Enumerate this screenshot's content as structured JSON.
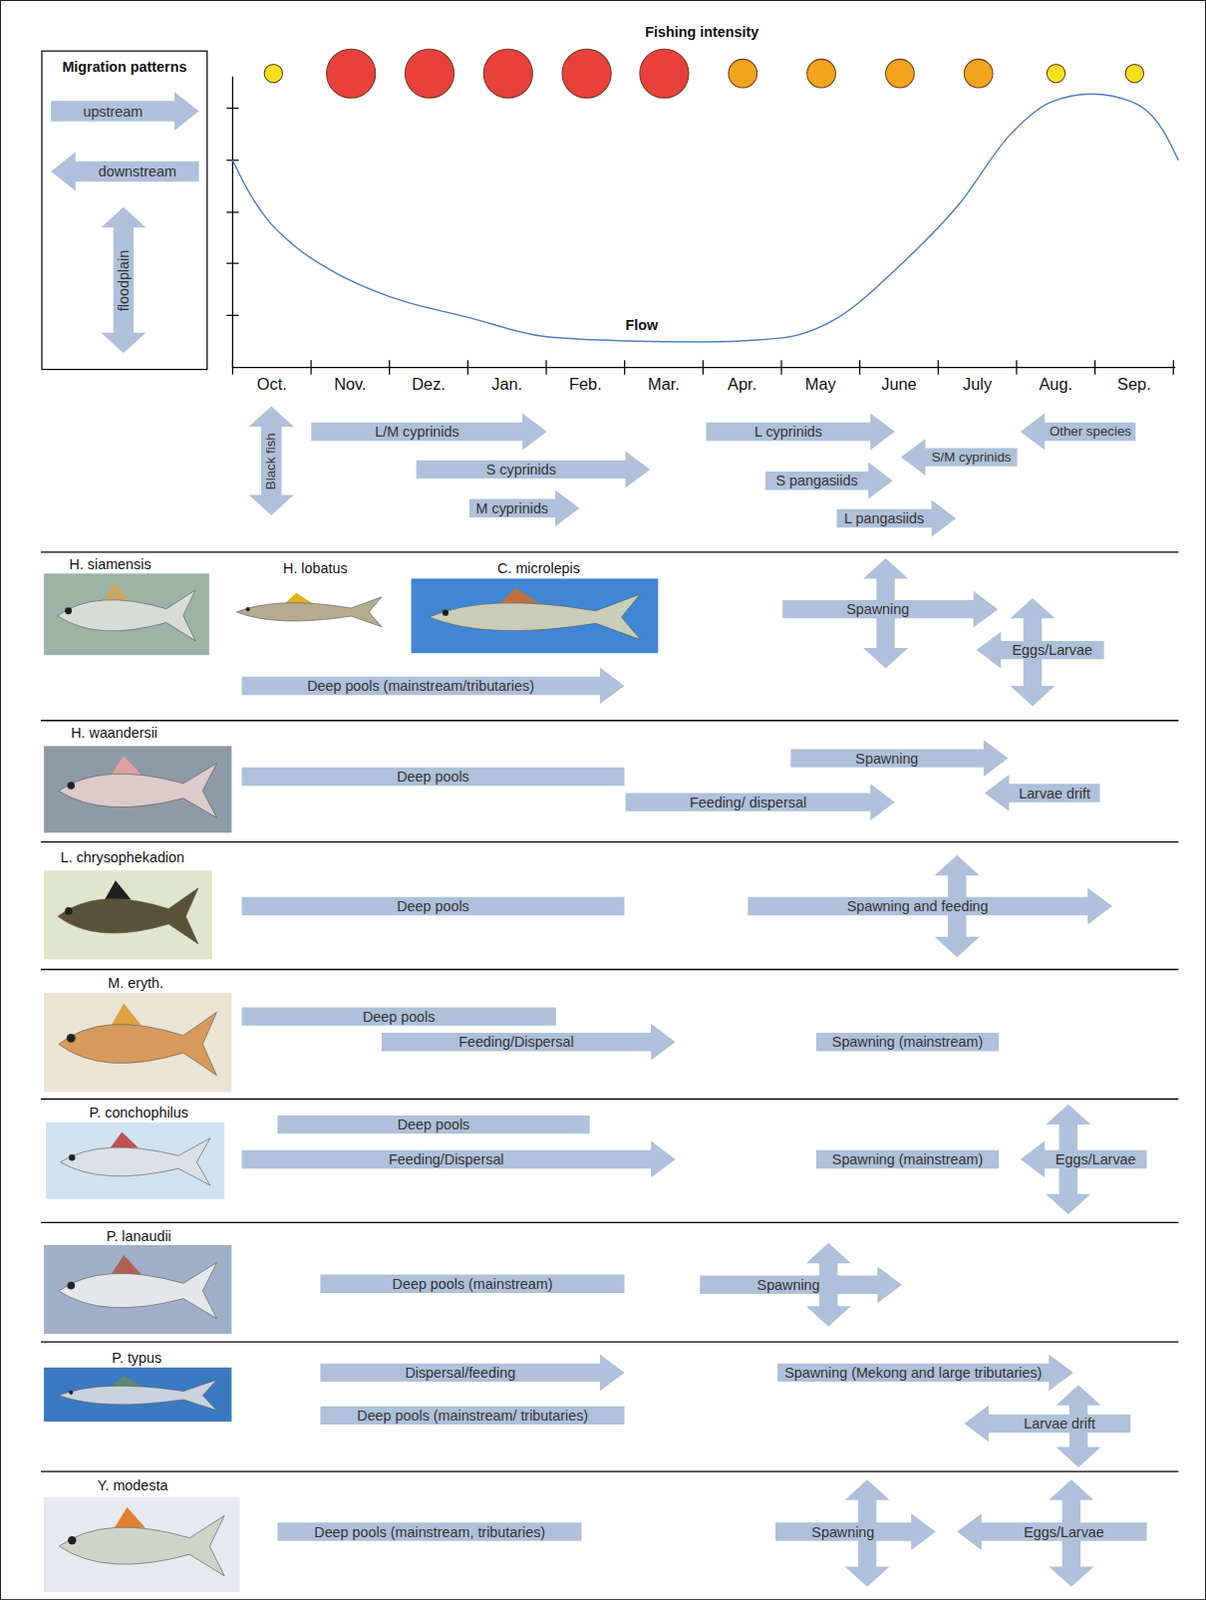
{
  "diagram": {
    "nodes": [
      {
        "text": [
          "Black fish"
        ]
      },
      {
        "text": [
          "L/M cyprinids"
        ]
      },
      {
        "text": [
          "S cyprinids"
        ]
      },
      {
        "text": [
          "M cyprinids"
        ]
      },
      {
        "text": [
          "L cyprinids"
        ]
      },
      {
        "text": [
          "S pangasiids"
        ]
      },
      {
        "text": [
          "L pangasiids"
        ]
      },
      {
        "text": [
          "S/M cyprinids"
        ]
      },
      {
        "text": [
          "Other species"
        ]
      },
      {
        "text": [
          "Deep pools (mainstream/tributaries)"
        ]
      },
      {
        "text": [
          "Spawning"
        ]
      },
      {
        "text": [
          "Eggs/Larvae"
        ]
      },
      {
        "text": [
          "Deep pools"
        ]
      },
      {
        "text": [
          "Feeding/ dispersal"
        ]
      },
      {
        "text": [
          "Spawning"
        ]
      },
      {
        "text": [
          "Larvae drift"
        ]
      },
      {
        "text": [
          "Deep pools"
        ]
      },
      {
        "text": [
          "Spawning and feeding"
        ]
      },
      {
        "text": [
          "Deep pools"
        ]
      },
      {
        "text": [
          "Feeding/Dispersal"
        ]
      },
      {
        "text": [
          "Spawning (mainstream)"
        ]
      },
      {
        "text": [
          "Deep pools"
        ]
      },
      {
        "text": [
          "Feeding/Dispersal"
        ]
      },
      {
        "text": [
          "Spawning (mainstream)"
        ]
      },
      {
        "text": [
          "Eggs/Larvae"
        ]
      },
      {
        "text": [
          "Deep pools (mainstream)"
        ]
      },
      {
        "text": [
          "Spawning"
        ]
      },
      {
        "text": [
          "Dispersal/feeding"
        ]
      },
      {
        "text": [
          "Deep pools (mainstream/ tributaries)"
        ]
      },
      {
        "text": [
          "Spawning (Mekong and large tributaries)"
        ]
      },
      {
        "text": [
          "Larvae drift"
        ]
      },
      {
        "text": [
          "Deep pools (mainstream, tributaries)"
        ]
      },
      {
        "text": [
          "Spawning"
        ]
      },
      {
        "text": [
          "Eggs/Larvae"
        ]
      }
    ],
    "labels": [
      "Migration patterns",
      "Fishing intensity",
      "Flow",
      "Oct.",
      "Nov.",
      "Dez.",
      "Jan.",
      "Feb.",
      "Mar.",
      "Apr.",
      "May",
      "June",
      "July",
      "Aug.",
      "Sep.",
      "H. siamensis",
      "H. lobatus",
      "C. microlepis",
      "H. waandersii",
      "L. chrysophekadion",
      "M. eryth.",
      "P. conchophilus",
      "P. lanaudii",
      "P. typus",
      "Y. modesta"
    ],
    "legend": [
      {
        "text": "upstream"
      },
      {
        "text": "downstream"
      },
      {
        "text": "floodplain"
      }
    ]
  }
}
